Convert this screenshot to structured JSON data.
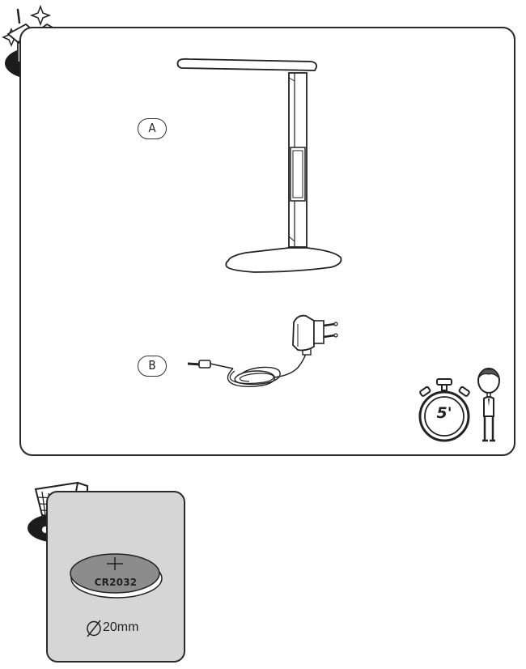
{
  "contents_panel": {
    "part_a_label": "A",
    "part_b_label": "B",
    "assembly_time": "5'"
  },
  "purchase_panel": {
    "battery_model": "CR2032",
    "battery_diameter": "20mm"
  }
}
